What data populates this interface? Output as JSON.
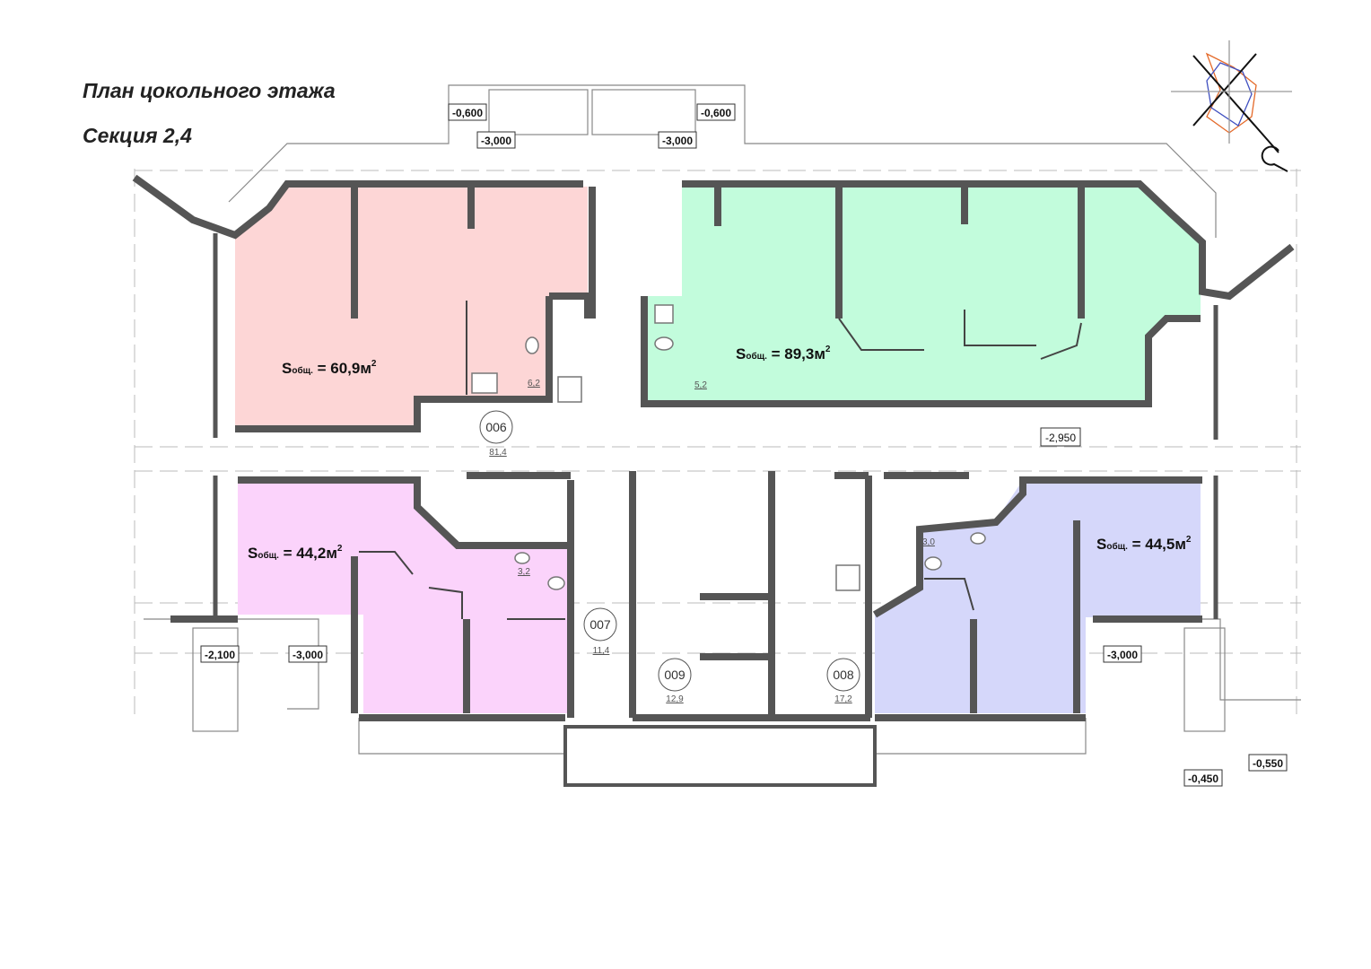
{
  "header": {
    "title": "План цокольного этажа",
    "section": "Секция 2,4"
  },
  "colors": {
    "office_1": "#fdd6d6",
    "office_2": "#c2fcdc",
    "office_3": "#fbd3fb",
    "office_4": "#d5d7fa",
    "wall": "#555555"
  },
  "offices": [
    {
      "prefix": "S",
      "sub": "общ.",
      "value": "= 60,9м",
      "sup": "2"
    },
    {
      "prefix": "S",
      "sub": "общ.",
      "value": "= 89,3м",
      "sup": "2"
    },
    {
      "prefix": "S",
      "sub": "общ.",
      "value": "= 44,2м",
      "sup": "2"
    },
    {
      "prefix": "S",
      "sub": "общ.",
      "value": "= 44,5м",
      "sup": "2"
    }
  ],
  "wc_areas": [
    "6,2",
    "5,2",
    "3,2",
    "3,0"
  ],
  "rooms": [
    {
      "id": "006",
      "area": "81,4"
    },
    {
      "id": "007",
      "area": "11,4"
    },
    {
      "id": "009",
      "area": "12,9"
    },
    {
      "id": "008",
      "area": "17,2"
    }
  ],
  "levels": [
    "-0,600",
    "-0,600",
    "-3,000",
    "-3,000",
    "-2,950",
    "-2,100",
    "-3,000",
    "-3,000",
    "-0,450",
    "-0,550"
  ],
  "compass": "north-arrow-icon"
}
